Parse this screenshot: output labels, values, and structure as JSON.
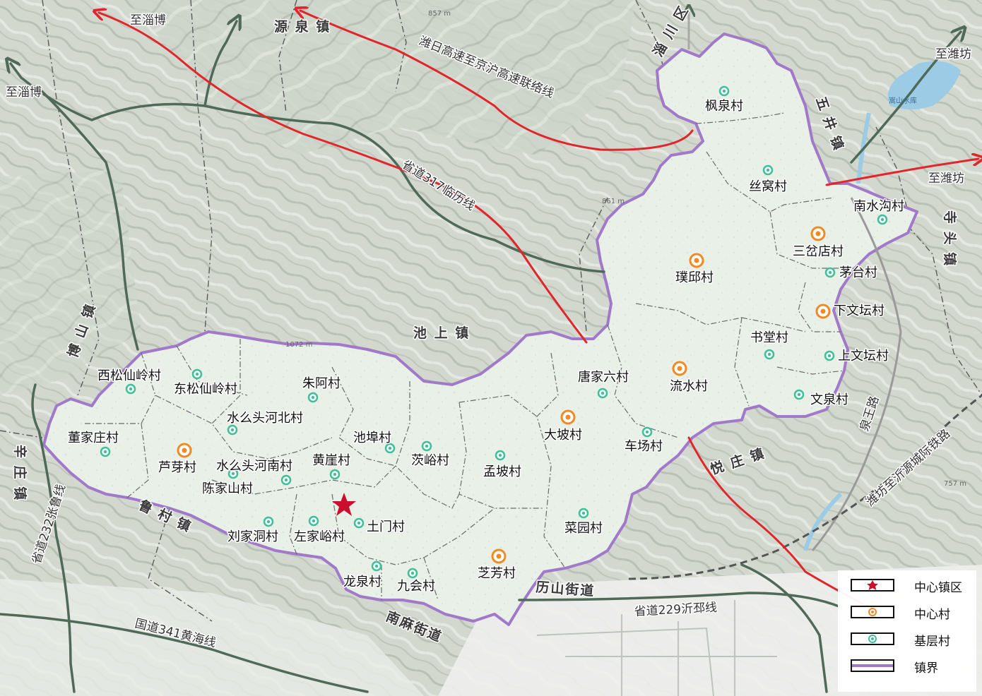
{
  "colors": {
    "boundary": "#a07ac8",
    "township_fill": "#e9f1ea",
    "expressway": "#e0262c",
    "provincial_road": "#4f6a58",
    "center_town": "#c8102e",
    "center_village": "#f08a24",
    "base_village": "#3fbf99",
    "terrain": "#c9d1c6",
    "water": "#9ccbe6"
  },
  "villages": {
    "fengquan": "枫泉村",
    "siwo": "丝窝村",
    "nanshuigou": "南水沟村",
    "sanchadian": "三岔店村",
    "maotai": "茅台村",
    "puqiu": "璞邱村",
    "xiawentan": "下文坛村",
    "shutang": "书堂村",
    "shangwentan": "上文坛村",
    "wenquan": "文泉村",
    "tangjialiu": "唐家六村",
    "liushui": "流水村",
    "dapo": "大坡村",
    "chechang": "车场村",
    "xisongxianling": "西松仙岭村",
    "dongsongxianling": "东松仙岭村",
    "zhua": "朱阿村",
    "shuiyaotouhebei": "水么头河北村",
    "dongjiazhuang": "董家庄村",
    "luya": "芦芽村",
    "chibu": "池埠村",
    "huangya": "黄崖村",
    "shuiyaotouhenan": "水么头河南村",
    "jiayu": "茨峪村",
    "mengpo": "孟坡村",
    "chenjiashan": "陈家山村",
    "caiyuan": "菜园村",
    "tumen": "土门村",
    "liujiadong": "刘家洞村",
    "zuojiayu": "左家峪村",
    "zhifang": "芝芳村",
    "longquan": "龙泉村",
    "jiuhui": "九会村"
  },
  "towns": {
    "yuanquan": "源 泉 镇",
    "zichuan": "淄 川 区",
    "wujing": "五 井 镇",
    "sitou": "寺 头 镇",
    "chishang": "池 上 镇",
    "boshan": "博 山 镇",
    "xinzhuang": "辛 庄 镇",
    "lucun": "鲁 村 镇",
    "yuezhuang": "悦 庄 镇",
    "lishan": "历山街道",
    "nanma": "南麻街道"
  },
  "roads": {
    "to_zibo_1": "至淄博",
    "to_zibo_2": "至淄博",
    "to_weifang_1": "至潍坊",
    "to_weifang_2": "至潍坊",
    "expressway_link": "潍日高速至京沪高速联络线",
    "s317": "省道317临历线",
    "s232": "省道232张鲁线",
    "s229": "省道229沂邳线",
    "g341": "国道341黄海线",
    "railway": "潍坊至沂源城际铁路",
    "quanwang": "泉王路"
  },
  "water": {
    "songshan_reservoir": "嵩山水库"
  },
  "elevations": {
    "e857": "857 m",
    "e861": "861 m",
    "e1072": "1072 m",
    "e757": "757 m"
  },
  "legend": {
    "center_town": "中心镇区",
    "center_village": "中心村",
    "base_village": "基层村",
    "boundary": "镇界"
  }
}
